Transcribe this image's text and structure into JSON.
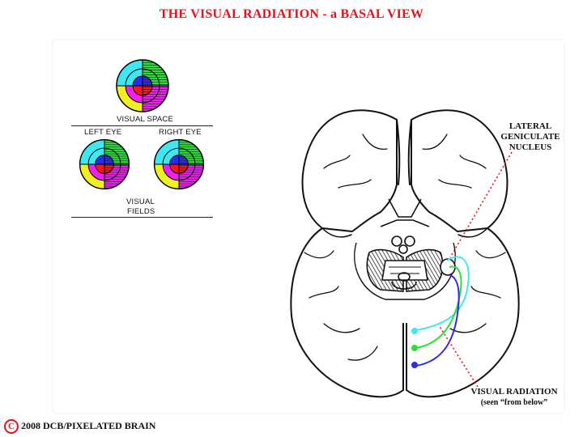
{
  "title": "THE VISUAL RADIATION - a BASAL VIEW",
  "legend": {
    "visual_space": "VISUAL SPACE",
    "left_eye": "LEFT EYE",
    "right_eye": "RIGHT EYE",
    "visual_fields_line1": "VISUAL",
    "visual_fields_line2": "FIELDS"
  },
  "labels": {
    "lgn_line1": "LATERAL",
    "lgn_line2": "GENICULATE",
    "lgn_line3": "NUCLEUS",
    "radiation_line1": "VISUAL RADIATION",
    "radiation_line2": "(seen “from below”"
  },
  "footer": {
    "symbol": "C",
    "text": "2008  DCB/PIXELATED BRAIN"
  },
  "colors": {
    "title": "#e8101a",
    "cyan": "#3fe8f0",
    "green": "#2ce03a",
    "blue": "#2a2af0",
    "magenta": "#f020f0",
    "yellow": "#f0f020",
    "red": "#f01818",
    "leader": "#e8101a"
  }
}
